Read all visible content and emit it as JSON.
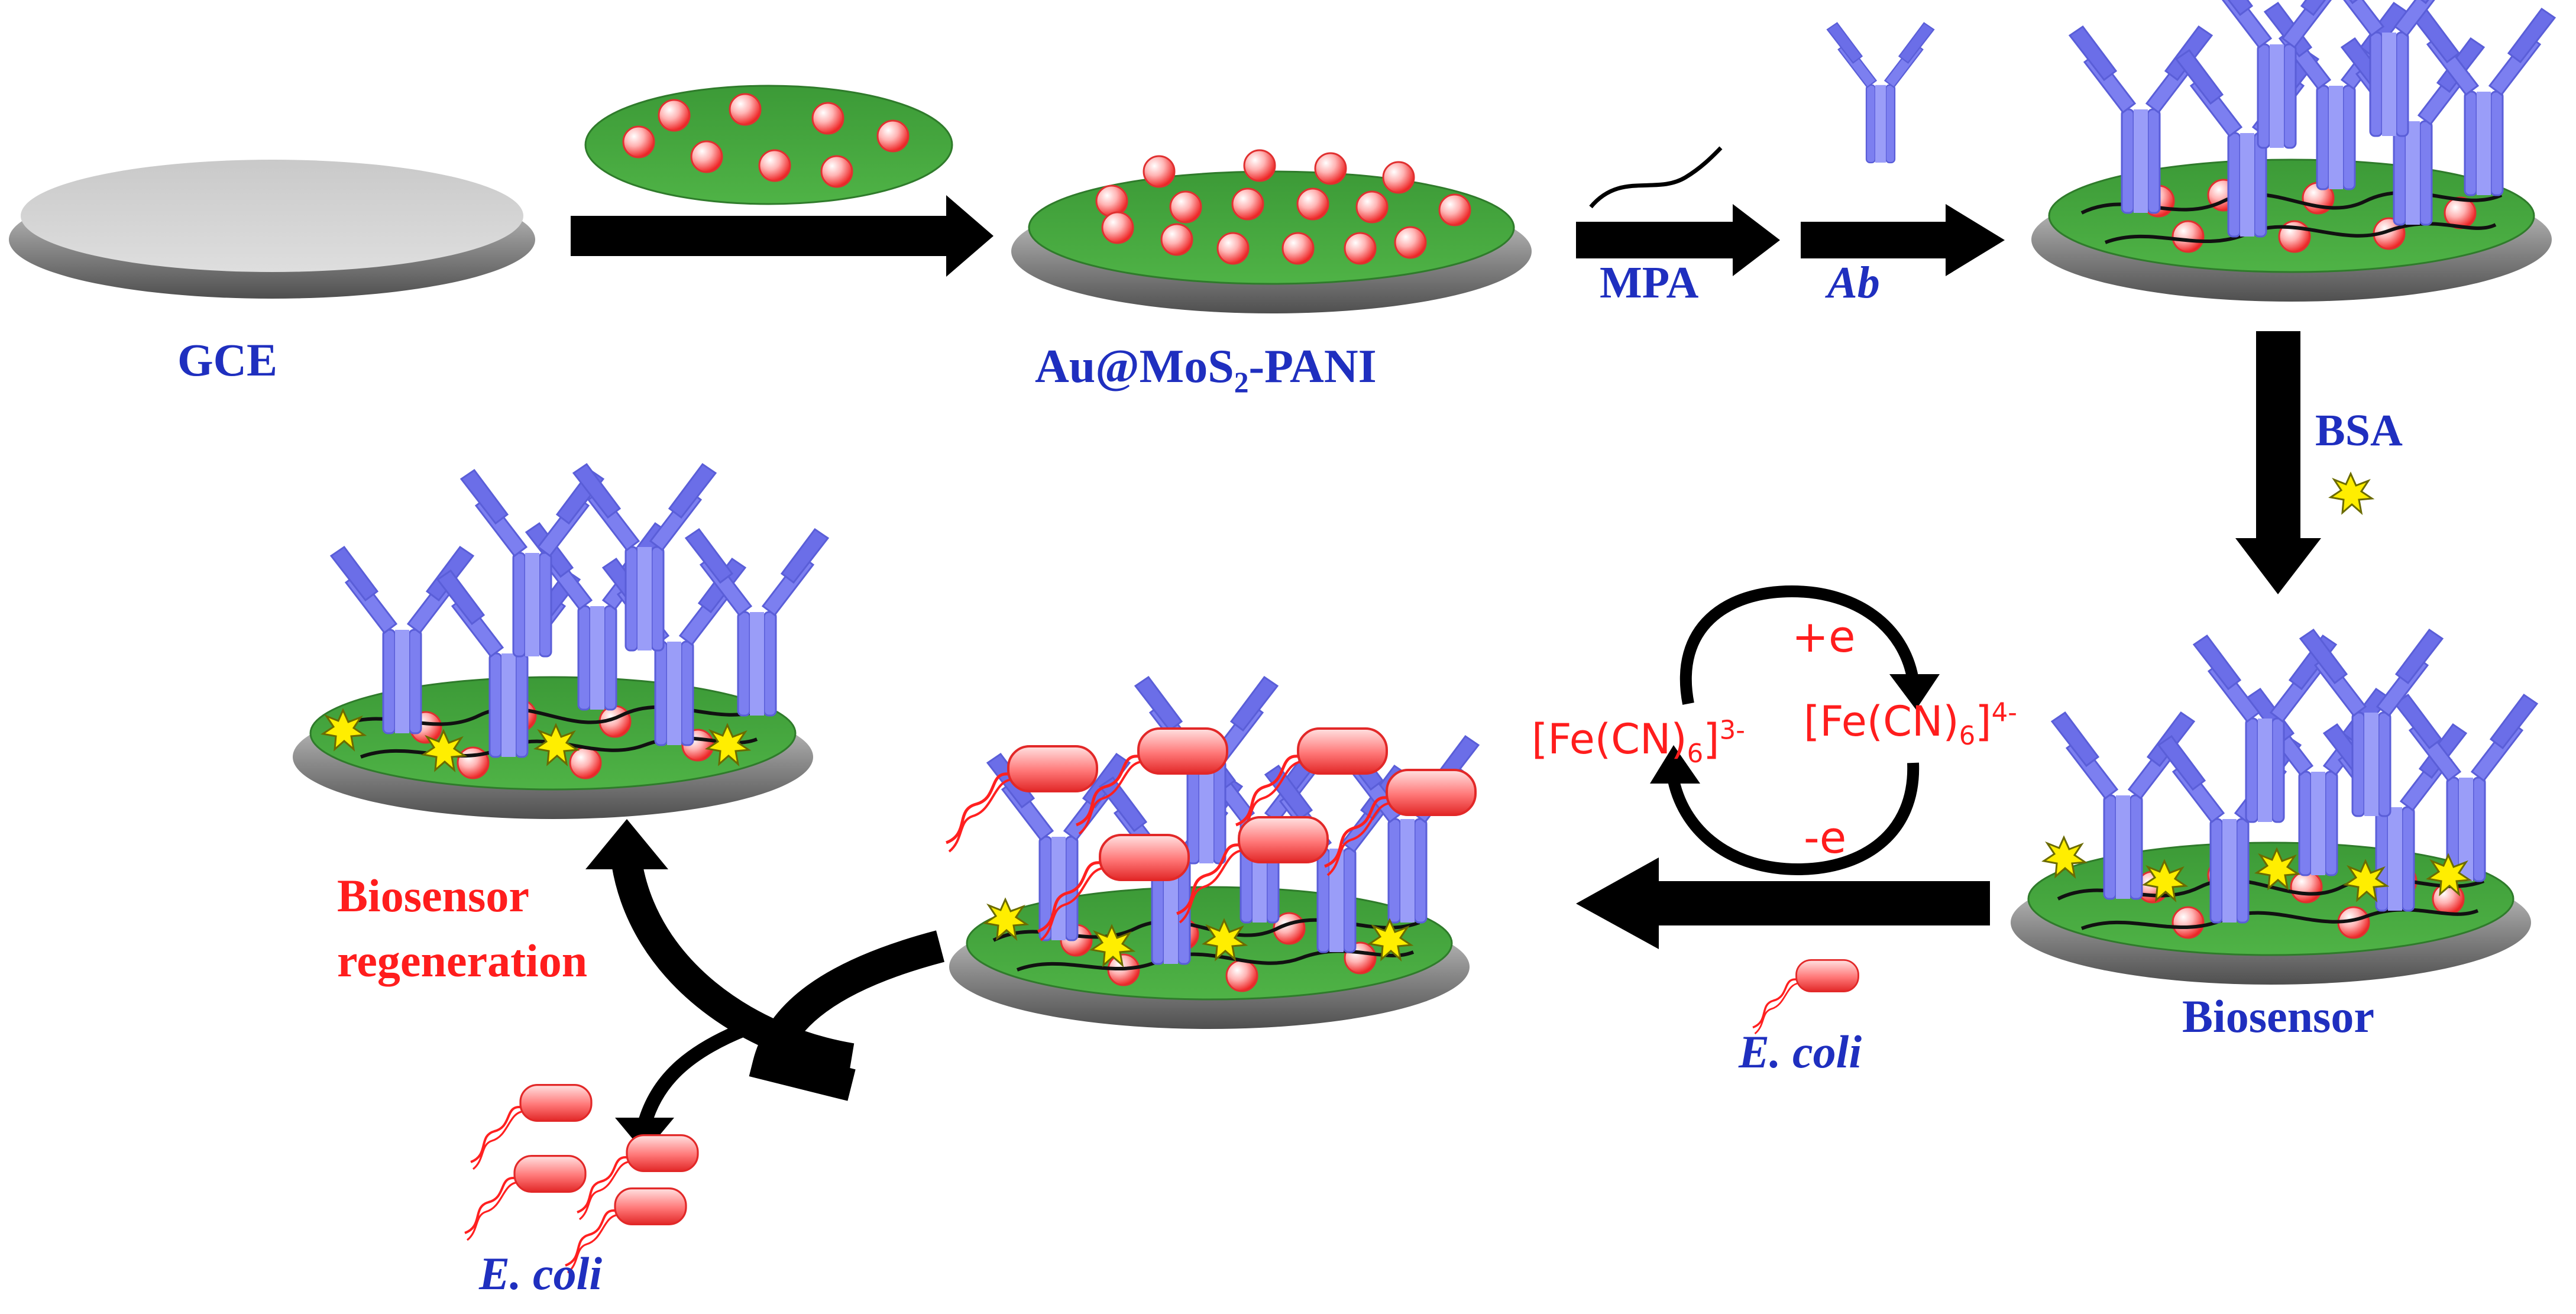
{
  "labels": {
    "gce": "GCE",
    "composite_prefix": "Au@MoS",
    "composite_sub": "2",
    "composite_suffix": "-PANI",
    "mpa": "MPA",
    "ab": "Ab",
    "bsa": "BSA",
    "biosensor": "Biosensor",
    "ecoli_target": "E. coli",
    "ecoli_released": "E. coli",
    "regeneration_line1": "Biosensor",
    "regeneration_line2": "regeneration",
    "redox_plus": "+e",
    "redox_minus": "-e",
    "fe3_main": "[Fe(CN)",
    "fe3_sub": "6",
    "fe3_bracket": "]",
    "fe3_sup": "3-",
    "fe4_main": "[Fe(CN)",
    "fe4_sub": "6",
    "fe4_bracket": "]",
    "fe4_sup": "4-"
  },
  "colors": {
    "electrode_gray": "#8a8a8a",
    "film_green": "#3f9e3a",
    "antibody_blue": "#7b7ff0",
    "label_blue": "#1f2fbf",
    "label_red": "#ff1d1d",
    "bsa_yellow": "#ffee00",
    "nanoparticle_red": "#ff4a4a",
    "bacteria_red": "#ff5050",
    "arrow_black": "#000000"
  }
}
